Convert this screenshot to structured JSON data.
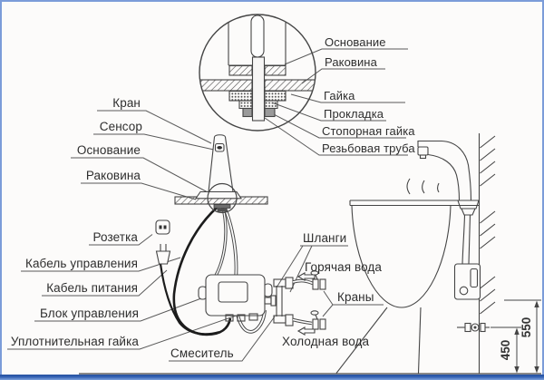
{
  "labels": {
    "kran": "Кран",
    "sensor": "Сенсор",
    "osnovanie_left": "Основание",
    "rakovina_left": "Раковина",
    "rozetka": "Розетка",
    "kabel_upravleniya": "Кабель управления",
    "kabel_pitaniya": "Кабель питания",
    "blok_upravleniya": "Блок управления",
    "uplotnitelnaya_gaika": "Уплотнительная гайка",
    "smesitel": "Смеситель",
    "osnovanie_right": "Основание",
    "rakovina_right": "Раковина",
    "gaika": "Гайка",
    "prokladka": "Прокладка",
    "stopornaya_gaika": "Стопорная гайка",
    "rezbovaya_truba": "Резьбовая труба",
    "shlangi": "Шланги",
    "goryachaya_voda": "Горячая вода",
    "krany": "Краны",
    "kholodnaya_voda": "Холодная вода"
  },
  "dimensions": {
    "valve_height_mm": "450",
    "upper_height_mm": "550"
  },
  "colors": {
    "line": "#454545",
    "leader": "#5a5a5a",
    "cable_black": "#1c1c1c",
    "label_text": "#2e2e2e",
    "frame_border": "#7b9cd9",
    "frame_bottom_dark": "#24509f",
    "frame_bottom_light": "#7fa3dd",
    "background": "#fcfbfa"
  }
}
